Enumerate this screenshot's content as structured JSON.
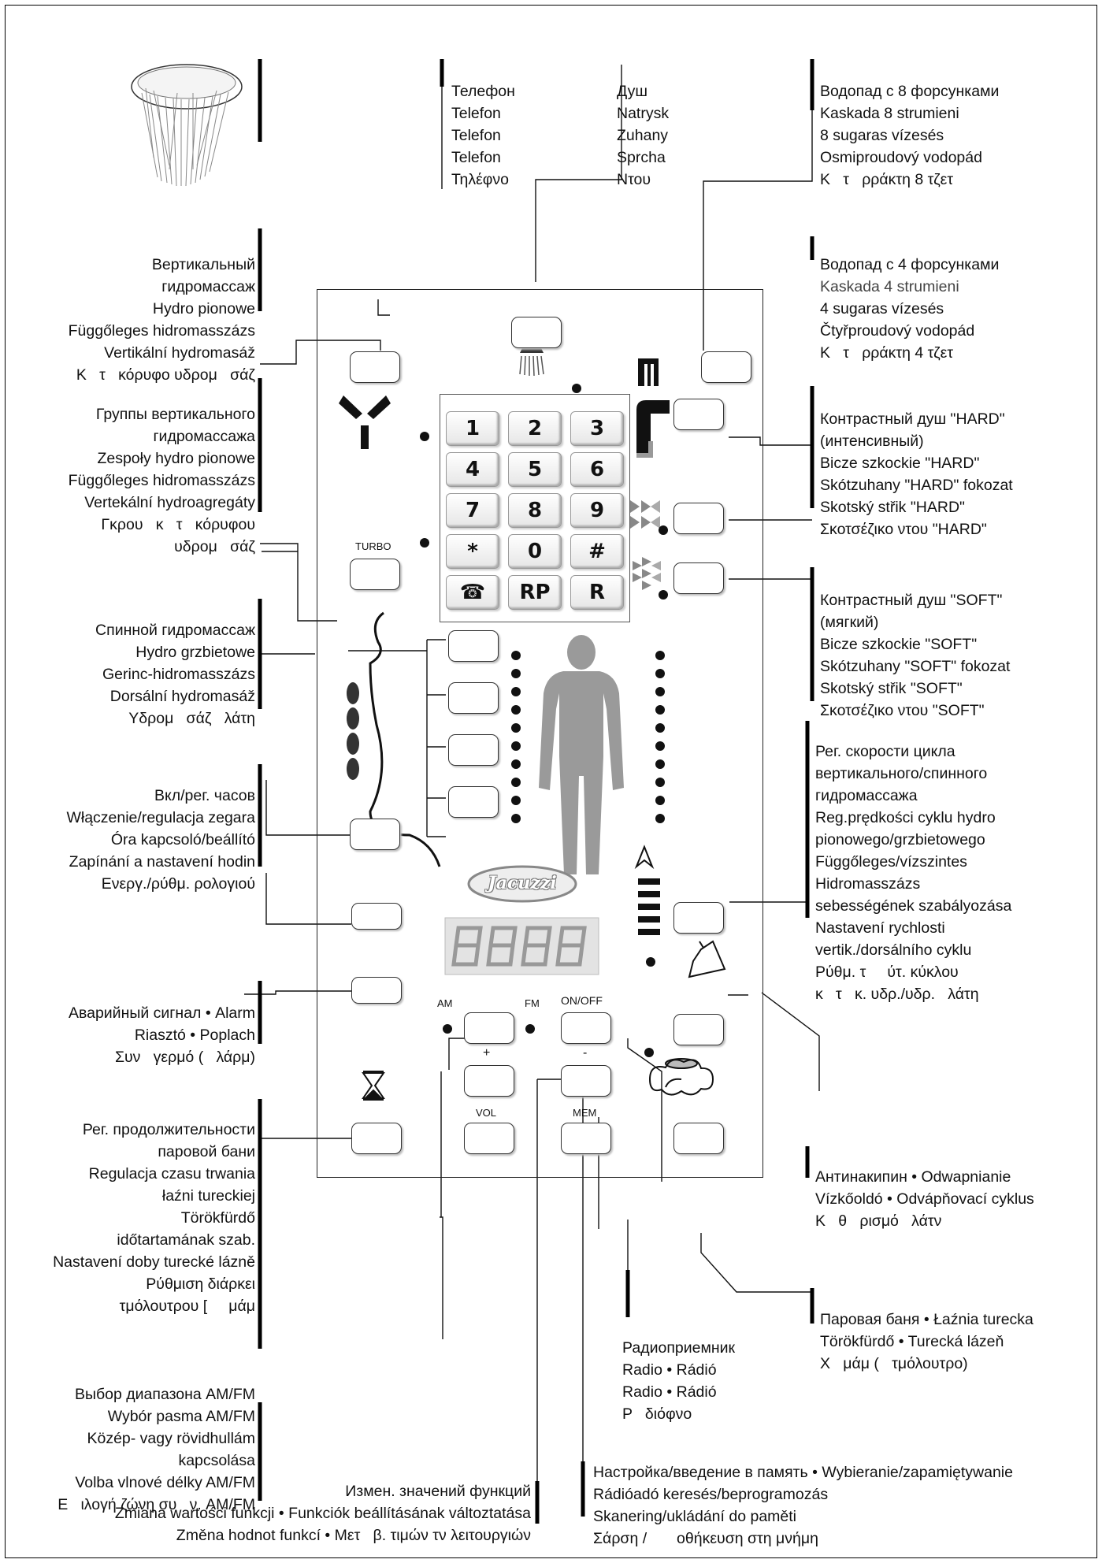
{
  "labels": {
    "telephone": [
      "Телефон",
      "Telefon",
      "Telefon",
      "Telefon",
      "Τηλέφνο"
    ],
    "shower": [
      "Душ",
      "Natrysk",
      "Zuhany",
      "Sprcha",
      "Ντου"
    ],
    "cascade8": [
      "Водопад с 8 форсунками",
      "Kaskada 8 strumieni",
      "8 sugaras vízesés",
      "Osmiproudový vodopád",
      "Κ   τ   ρράκτη 8 τζετ"
    ],
    "cascade4": [
      "Водопад с 4 форсунками",
      "Kaskada 4 strumieni",
      "4 sugaras vízesés",
      "Čtyřproudový vodopád",
      "Κ   τ   ρράκτη 4 τζετ"
    ],
    "vertical": [
      "Вертикальный",
      "гидромассаж",
      "Hydro pionowe",
      "Függőleges hidromasszázs",
      "Vertikální hydromasáž",
      "Κ   τ   κόρυφο υδρομ   σάζ"
    ],
    "vertical_groups": [
      "Группы вертикального",
      "гидромассажа",
      "Zespoły hydro pionowe",
      "Függőleges hidromasszázs",
      "Vertekální hydroagregáty",
      "Γκρου   κ   τ   κόρυφου",
      "υδρομ   σάζ"
    ],
    "hard": [
      "Контрастный душ \"HARD\"",
      "(интенсивный)",
      "Bicze szkockie \"HARD\"",
      "Skótzuhany \"HARD\" fokozat",
      "Skotský střik \"HARD\"",
      "Σκοτσέζικο ντου \"HARD\""
    ],
    "soft": [
      "Контрастный душ \"SOFT\"",
      "(мягкий)",
      "Bicze szkockie \"SOFT\"",
      "Skótzuhany \"SOFT\" fokozat",
      "Skotský střik \"SOFT\"",
      "Σκοτσέζικο ντου \"SOFT\""
    ],
    "dorsal": [
      "Спинной гидромассаж",
      "Hydro grzbietowe",
      "Gerinc-hidromasszázs",
      "Dorsální hydromasáž",
      "Υδρομ   σάζ   λάτη"
    ],
    "speed": [
      "Рег. скорости цикла",
      "вертикального/спинного",
      "гидромассажа",
      "Reg.prędkości cyklu hydro",
      "pionowego/grzbietowego",
      "Függőleges/vízszintes",
      "Hidromasszázs",
      "sebességének szabályozása",
      "Nastavení rychlosti",
      "vertik./dorsálního cyklu",
      "Ρύθμ. τ     ύτ. κύκλου",
      "κ   τ   κ. υδρ./υδρ.   λάτη"
    ],
    "clock": [
      "Вкл/рег. часов",
      "Włączenie/regulacja zegara",
      "Óra kapcsoló/beállító",
      "Zapínání a nastavení hodin",
      "Ενεργ./ρύθμ. ρολογιού"
    ],
    "alarm": [
      "Аварийный сигнал • Alarm",
      "Riasztó • Poplach",
      "Συν   γερμό (   λάρμ)"
    ],
    "steam_time": [
      "Рег. продолжительности",
      "паровой бани",
      "Regulacja czasu trwania",
      "łaźni tureckiej",
      "Törökfürdő",
      "időtartamának szab.",
      "Nastavení doby turecké lázně",
      "Ρύθμιση διάρκει",
      "τμόλουτρου [     μάμ"
    ],
    "descale": [
      "Антинакипин • Odwapnianie",
      "Vízkőoldó • Odvápňovací cyklus",
      "Κ   θ   ρισμό   λάτν"
    ],
    "steam": [
      "Паровая баня • Łaźnia turecka",
      "Törökfürdő • Turecká lázeň",
      "Χ   μάμ (   τμόλουτρο)"
    ],
    "band": [
      "Выбор диапазона AM/FM",
      "Wybór pasma AM/FM",
      "Közép- vagy rövidhullám",
      "kapcsolása",
      "Volba vlnové délky AM/FM",
      "Ε   ιλογή ζώνη συ   ν. AM/FM"
    ],
    "radio": [
      "Радиоприемник",
      "Radio • Rádió",
      "Radio • Rádió",
      "Ρ   διόφνο"
    ],
    "change": [
      "Измен. значений функций",
      "Zmiana wartości funkcji • Funkciók beállításának változtatása",
      "Změna hodnot funkcí • Μετ   β. τιμών τν λειτουργιών"
    ],
    "scan": [
      "Настройка/введение в память • Wybieranie/zapamiętywanie",
      "Rádióadó keresés/beprogramozás",
      "Skanering/ukládání do paměti",
      "Σάρση /       οθήκευση στη μνήμη"
    ]
  },
  "panel": {
    "turbo": "TURBO",
    "am": "AM",
    "fm": "FM",
    "onoff": "ON/OFF",
    "plus": "+",
    "minus": "-",
    "vol": "VOL",
    "mem": "MEM",
    "brand": "Jacuzzi",
    "keys": [
      "1",
      "2",
      "3",
      "4",
      "5",
      "6",
      "7",
      "8",
      "9",
      "*",
      "0",
      "#",
      "☎",
      "RP",
      "R"
    ]
  }
}
